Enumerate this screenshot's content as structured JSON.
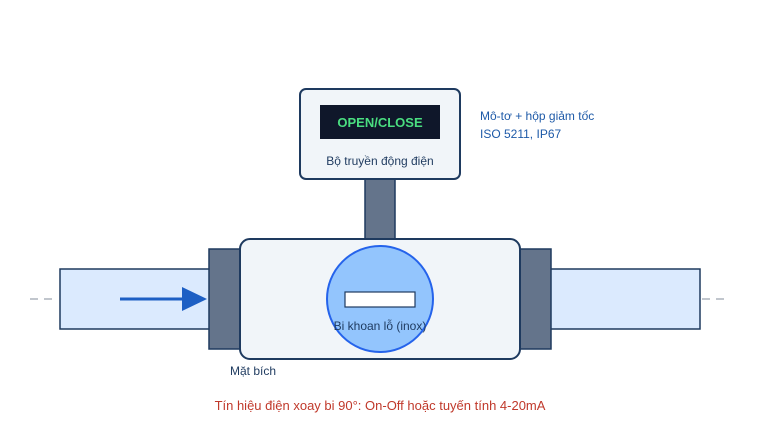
{
  "actuator": {
    "display_text": "OPEN/CLOSE",
    "label": "Bộ truyền động điện",
    "note_line1": "Mô-tơ + hộp giảm tốc",
    "note_line2": "ISO 5211, IP67"
  },
  "ball": {
    "label": "Bi khoan lỗ (inox)"
  },
  "flange": {
    "label": "Mặt bích"
  },
  "caption": "Tín hiệu điện xoay bi 90°: On-Off hoặc tuyến tính 4-20mA",
  "colors": {
    "pipe_fill": "#dbeafe",
    "pipe_stroke": "#1e3a5f",
    "flange": "#64748b",
    "body_fill": "#f1f5f9",
    "ball_fill": "#93c5fd",
    "ball_stroke": "#2563eb",
    "display_bg": "#0f172a",
    "display_text": "#4ade80",
    "arrow": "#1d5fc4",
    "note": "#1e5aa8",
    "caption": "#c0392b"
  }
}
